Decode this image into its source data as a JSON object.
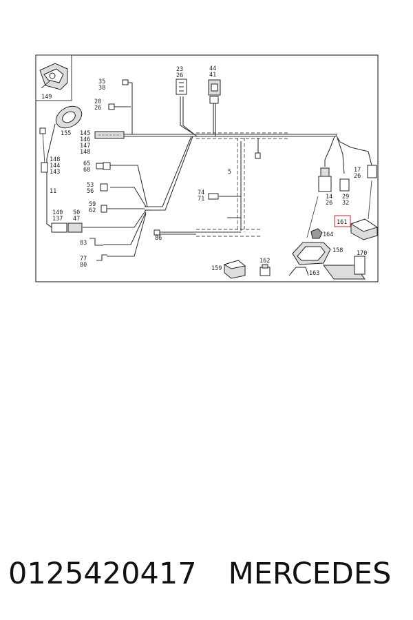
{
  "diagram": {
    "labels": {
      "l149": "149",
      "l3538a": "35",
      "l3538b": "38",
      "l2026a": "20",
      "l2026b": "26",
      "l2326a": "23",
      "l2326b": "26",
      "l4441a": "44",
      "l4441b": "41",
      "l155": "155",
      "l145": "145",
      "l146": "146",
      "l147": "147",
      "l148a": "148",
      "l148b": "148",
      "l144": "144",
      "l143": "143",
      "l11": "11",
      "l6568a": "65",
      "l6568b": "68",
      "l5356a": "53",
      "l5356b": "56",
      "l5962a": "59",
      "l5962b": "62",
      "l140": "140",
      "l137": "137",
      "l5047a": "50",
      "l5047b": "47",
      "l83": "83",
      "l77": "77",
      "l80": "80",
      "l86": "86",
      "l5": "5",
      "l7471a": "74",
      "l7471b": "71",
      "l1426a": "14",
      "l1426b": "26",
      "l2932a": "29",
      "l2932b": "32",
      "l1726a": "17",
      "l1726b": "26",
      "l161": "161",
      "l164": "164",
      "l158": "158",
      "l159": "159",
      "l162": "162",
      "l163": "163",
      "l170": "170"
    },
    "highlight_color": "#e04040"
  },
  "caption": {
    "part_number": "0125420417",
    "brand": "MERCEDES"
  }
}
